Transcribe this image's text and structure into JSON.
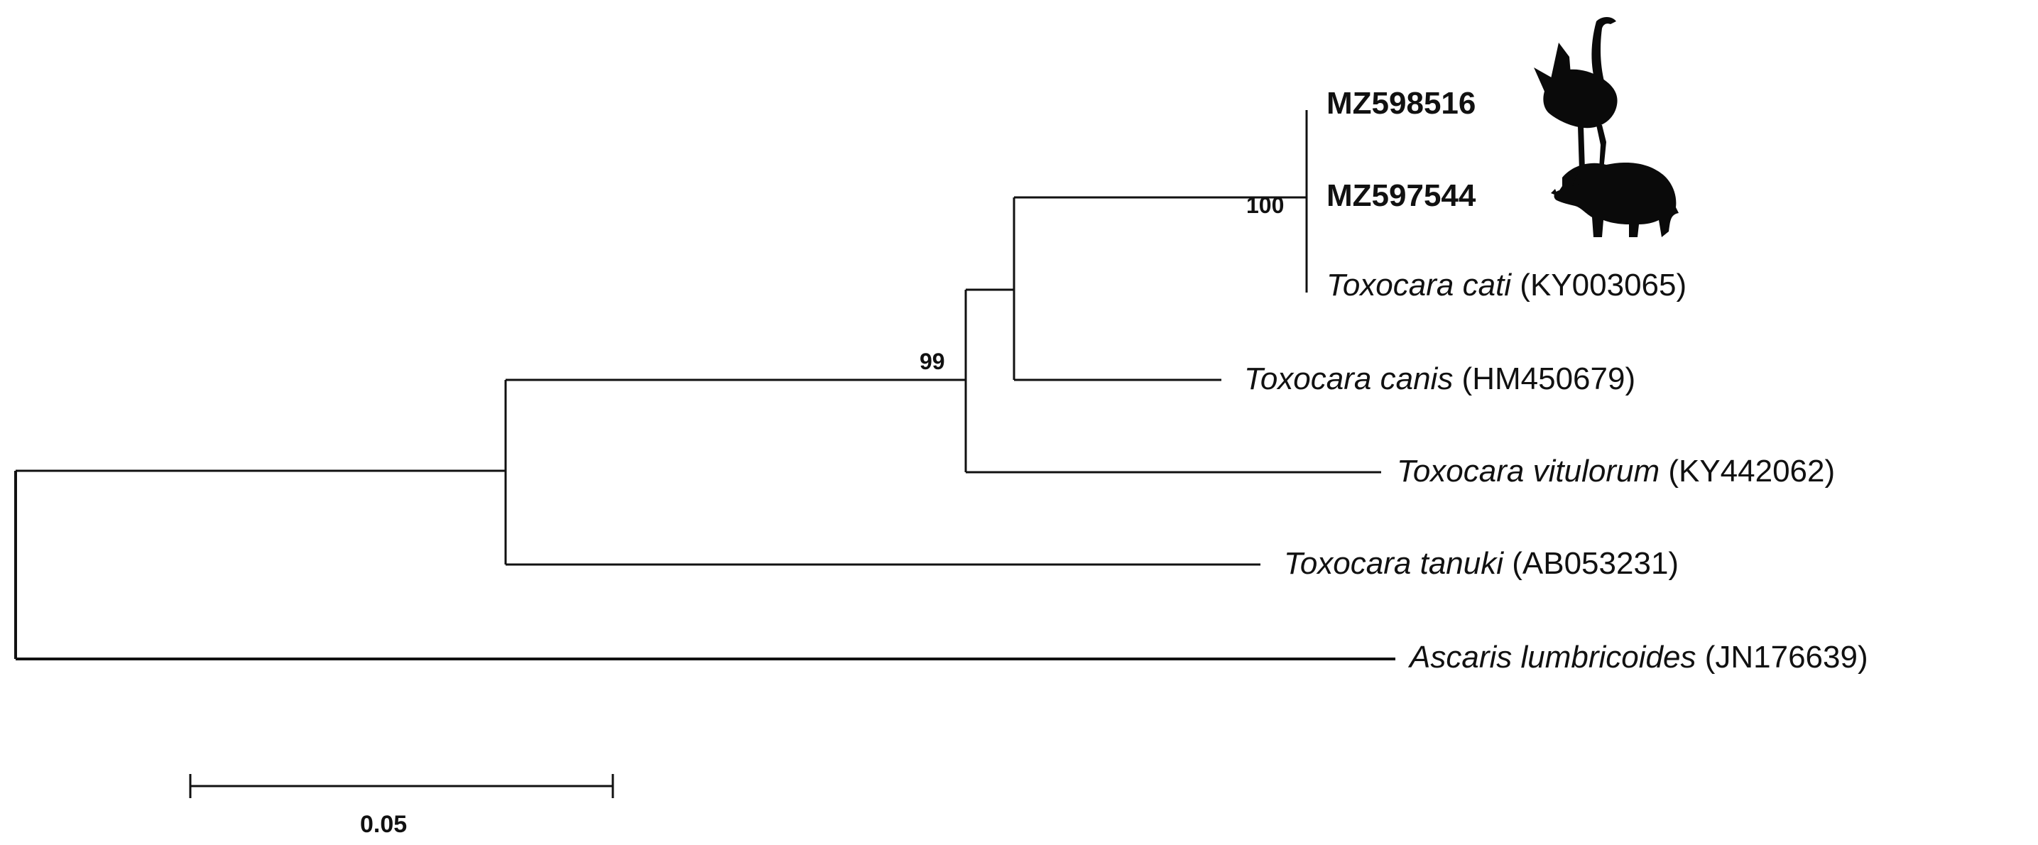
{
  "tree": {
    "taxa": {
      "mz598516": {
        "accession": "MZ598516",
        "icon": "ostrich-silhouette-icon"
      },
      "mz597544": {
        "accession": "MZ597544",
        "icon": "wild-boar-silhouette-icon"
      },
      "cati": {
        "species": "Toxocara cati",
        "accession": " (KY003065)"
      },
      "canis": {
        "species": "Toxocara canis",
        "accession": " (HM450679)"
      },
      "vitulorum": {
        "species": "Toxocara vitulorum",
        "accession": " (KY442062)"
      },
      "tanuki": {
        "species": "Toxocara tanuki",
        "accession": " (AB053231)"
      },
      "ascaris": {
        "species": "Ascaris lumbricoides",
        "accession": " (JN176639)"
      }
    },
    "bootstrap": {
      "cati_clade": "100",
      "toxocara_clade": "99"
    },
    "scale_bar": {
      "label": "0.05"
    }
  }
}
